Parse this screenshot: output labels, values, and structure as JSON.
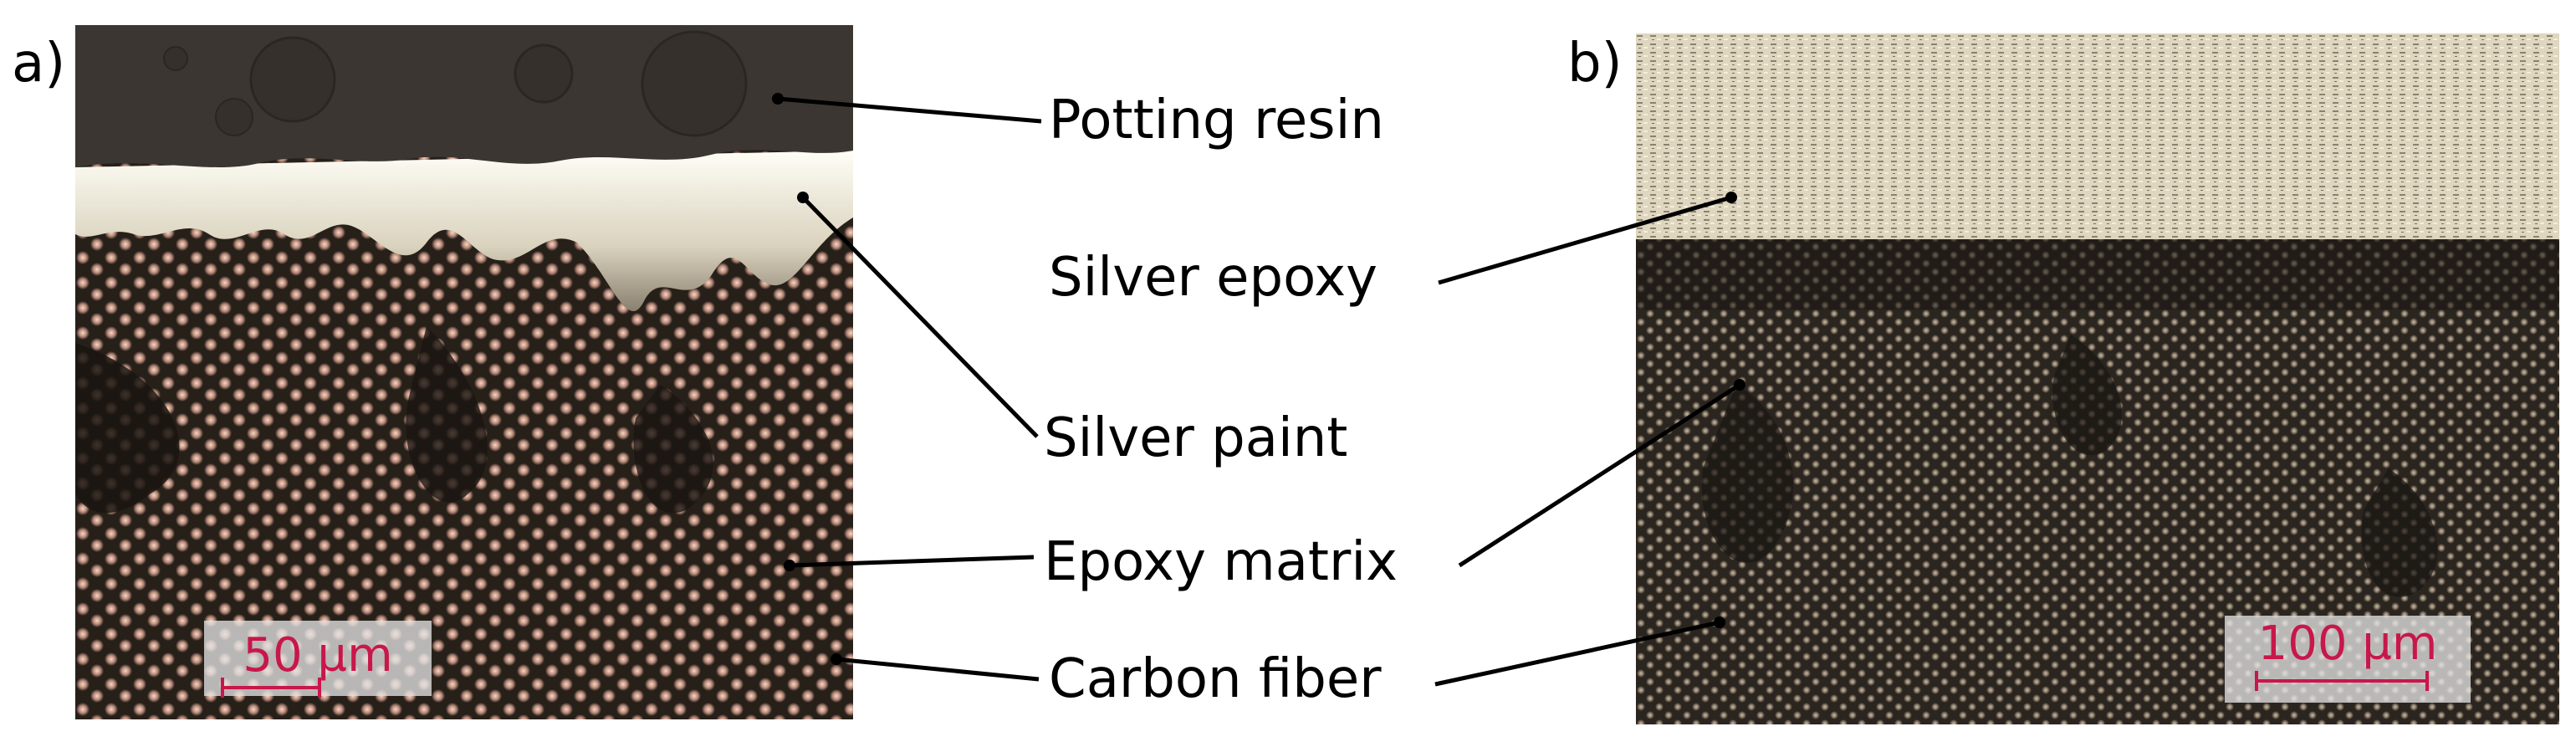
{
  "panels": {
    "a": {
      "label": "a)",
      "scale_bar": "50 µm"
    },
    "b": {
      "label": "b)",
      "scale_bar": "100 µm"
    }
  },
  "callouts": {
    "potting_resin": "Potting resin",
    "silver_epoxy": "Silver epoxy",
    "silver_paint": "Silver paint",
    "epoxy_matrix": "Epoxy matrix",
    "carbon_fiber": "Carbon fiber"
  },
  "colors": {
    "scale_bar": "#c8174a",
    "potting_resin": "#3a3530",
    "silver_layer": "#e8e2d0",
    "matrix": "#1f1a16",
    "fiber": "#c9a98e"
  }
}
